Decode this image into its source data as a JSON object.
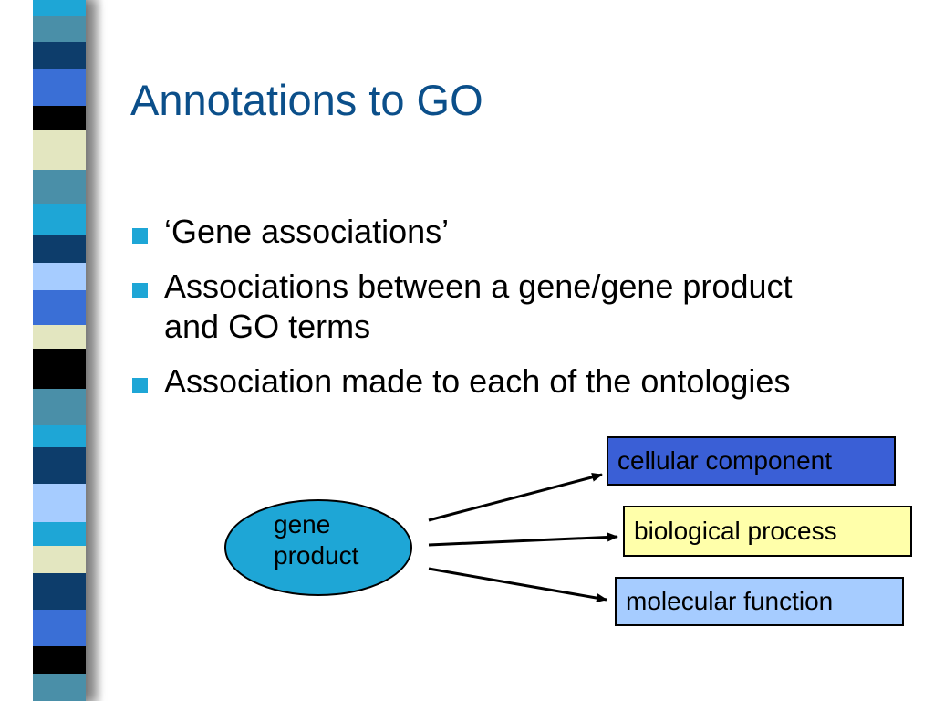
{
  "slide": {
    "title": "Annotations to GO",
    "bullets": [
      "‘Gene associations’",
      "Associations between a gene/gene product and GO terms",
      "Association made to each of the ontologies"
    ]
  },
  "diagram": {
    "source": {
      "label": "gene\nproduct",
      "color": "#1ea6d6"
    },
    "targets": [
      {
        "label": "cellular component",
        "color": "#3a5fd6"
      },
      {
        "label": "biological process",
        "color": "#ffffaa"
      },
      {
        "label": "molecular function",
        "color": "#a6ccff"
      }
    ]
  },
  "theme": {
    "title_color": "#0b4f8a",
    "bullet_color": "#1ea6d6",
    "stripe_colors": [
      "#4a8fa8",
      "#1ea6d6",
      "#0d3d6b",
      "#3a6fd6",
      "#000000",
      "#e3e6c0",
      "#a6ccff"
    ]
  }
}
